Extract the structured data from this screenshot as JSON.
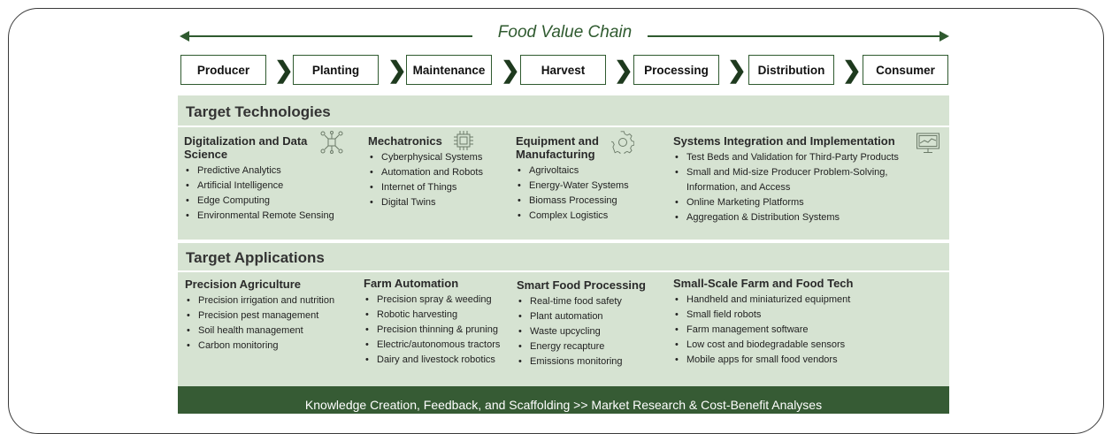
{
  "chain": {
    "title": "Food Value Chain",
    "stages": [
      "Producer",
      "Planting",
      "Maintenance",
      "Harvest",
      "Processing",
      "Distribution",
      "Consumer"
    ]
  },
  "technologies": {
    "heading": "Target Technologies",
    "columns": [
      {
        "title": "Digitalization and Data Science",
        "icon": "network-icon",
        "items": [
          "Predictive Analytics",
          "Artificial Intelligence",
          "Edge Computing",
          "Environmental Remote Sensing"
        ]
      },
      {
        "title": "Mechatronics",
        "icon": "chip-icon",
        "items": [
          "Cyberphysical Systems",
          "Automation and Robots",
          "Internet of Things",
          "Digital Twins"
        ]
      },
      {
        "title": "Equipment and Manufacturing",
        "icon": "gear-icon",
        "items": [
          "Agrivoltaics",
          "Energy-Water Systems",
          "Biomass Processing",
          "Complex Logistics"
        ]
      },
      {
        "title": "Systems Integration and Implementation",
        "icon": "monitor-icon",
        "items": [
          "Test Beds and Validation for Third-Party Products",
          "Small and Mid-size Producer Problem-Solving, Information, and Access",
          "Online Marketing Platforms",
          "Aggregation & Distribution Systems"
        ]
      }
    ]
  },
  "applications": {
    "heading": "Target Applications",
    "columns": [
      {
        "title": "Precision Agriculture",
        "items": [
          "Precision irrigation and nutrition",
          "Precision pest management",
          "Soil health management",
          "Carbon monitoring"
        ]
      },
      {
        "title": "Farm Automation",
        "items": [
          "Precision spray & weeding",
          "Robotic harvesting",
          "Precision thinning & pruning",
          "Electric/autonomous tractors",
          "Dairy and livestock robotics"
        ]
      },
      {
        "title": "Smart Food Processing",
        "items": [
          "Real-time food safety",
          "Plant automation",
          "Waste upcycling",
          "Energy recapture",
          "Emissions monitoring"
        ]
      },
      {
        "title": "Small-Scale Farm and Food Tech",
        "items": [
          "Handheld and miniaturized equipment",
          "Small field robots",
          "Farm management software",
          "Low cost and biodegradable sensors",
          "Mobile apps for small food vendors"
        ]
      }
    ]
  },
  "footer": "Knowledge Creation, Feedback, and Scaffolding >> Market Research & Cost-Benefit Analyses",
  "colors": {
    "accent": "#365b34",
    "panel": "#d6e3d2",
    "line": "#2f5a2f"
  }
}
